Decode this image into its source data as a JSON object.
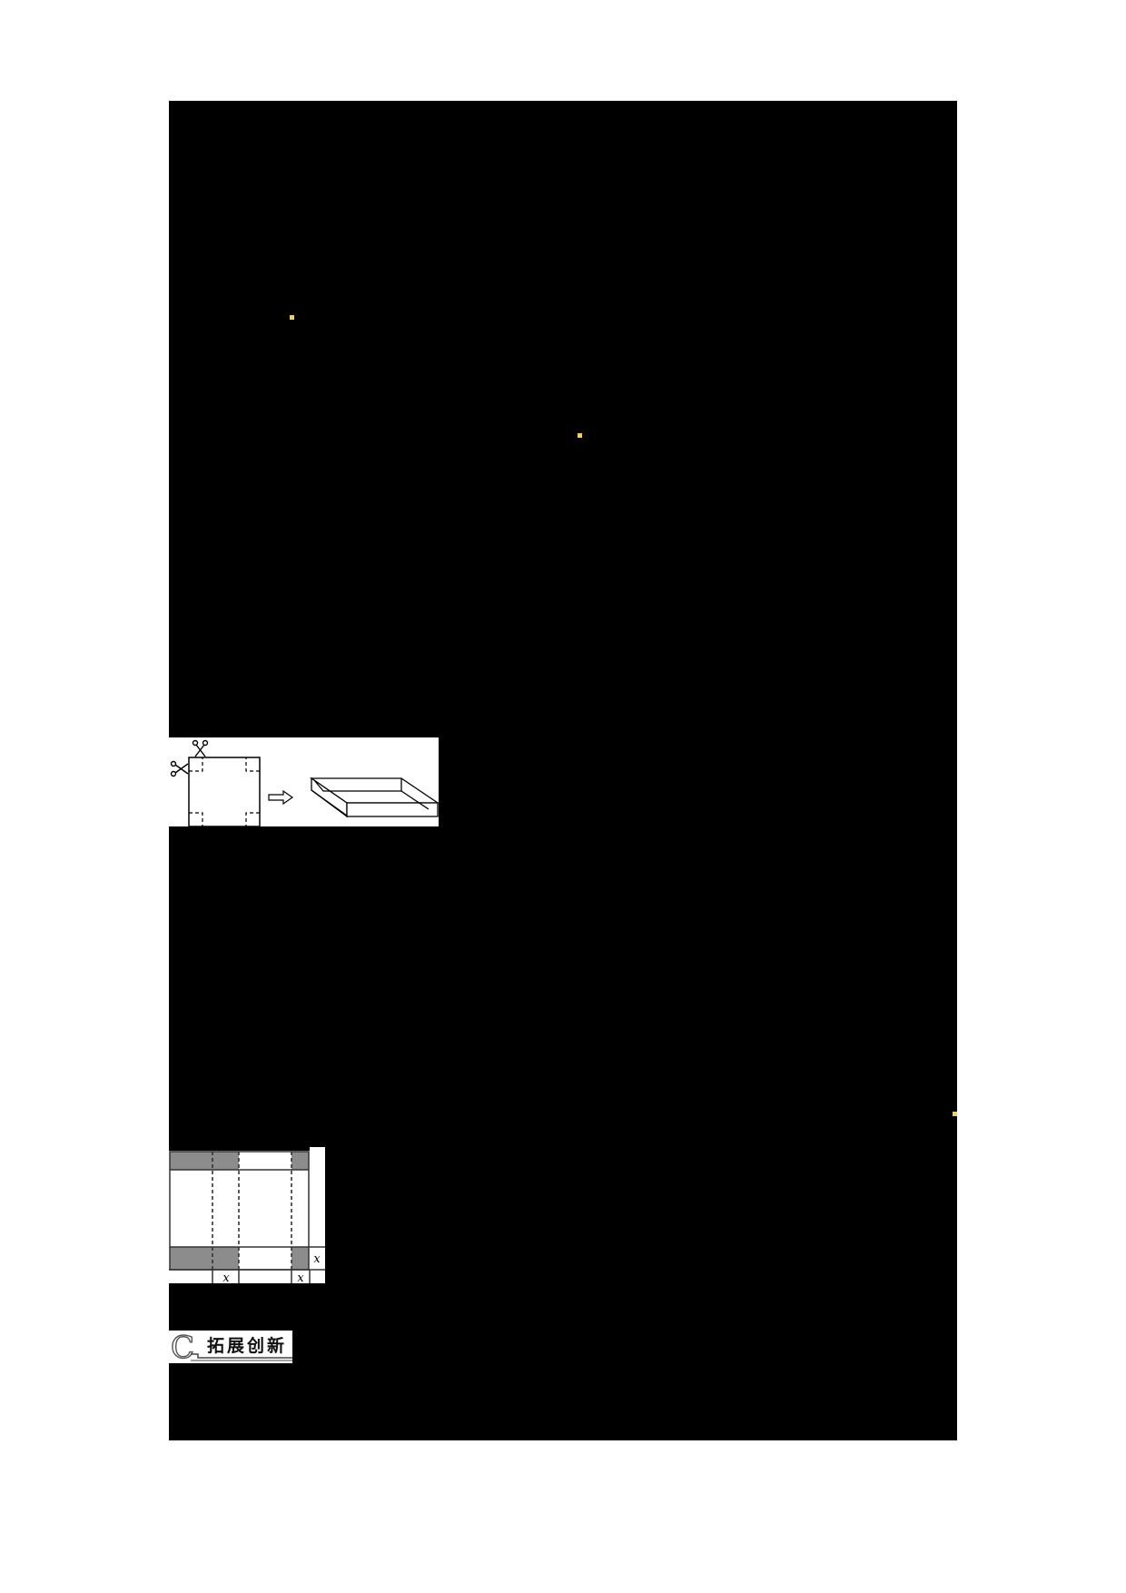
{
  "page": {
    "background": "#ffffff",
    "content_block_color": "#000000",
    "marker_color": "#f0d060"
  },
  "figure_box_fold": {
    "description": "square sheet with corner squares cut off, folded into open box",
    "scissors_icons": 2,
    "arrow": "right"
  },
  "figure_net": {
    "shade_color": "#8c8c8c",
    "labels": {
      "right": "x",
      "bottom_left": "x",
      "bottom_right": "x"
    }
  },
  "section_logo": {
    "letter": "C",
    "title": "拓展创新"
  }
}
